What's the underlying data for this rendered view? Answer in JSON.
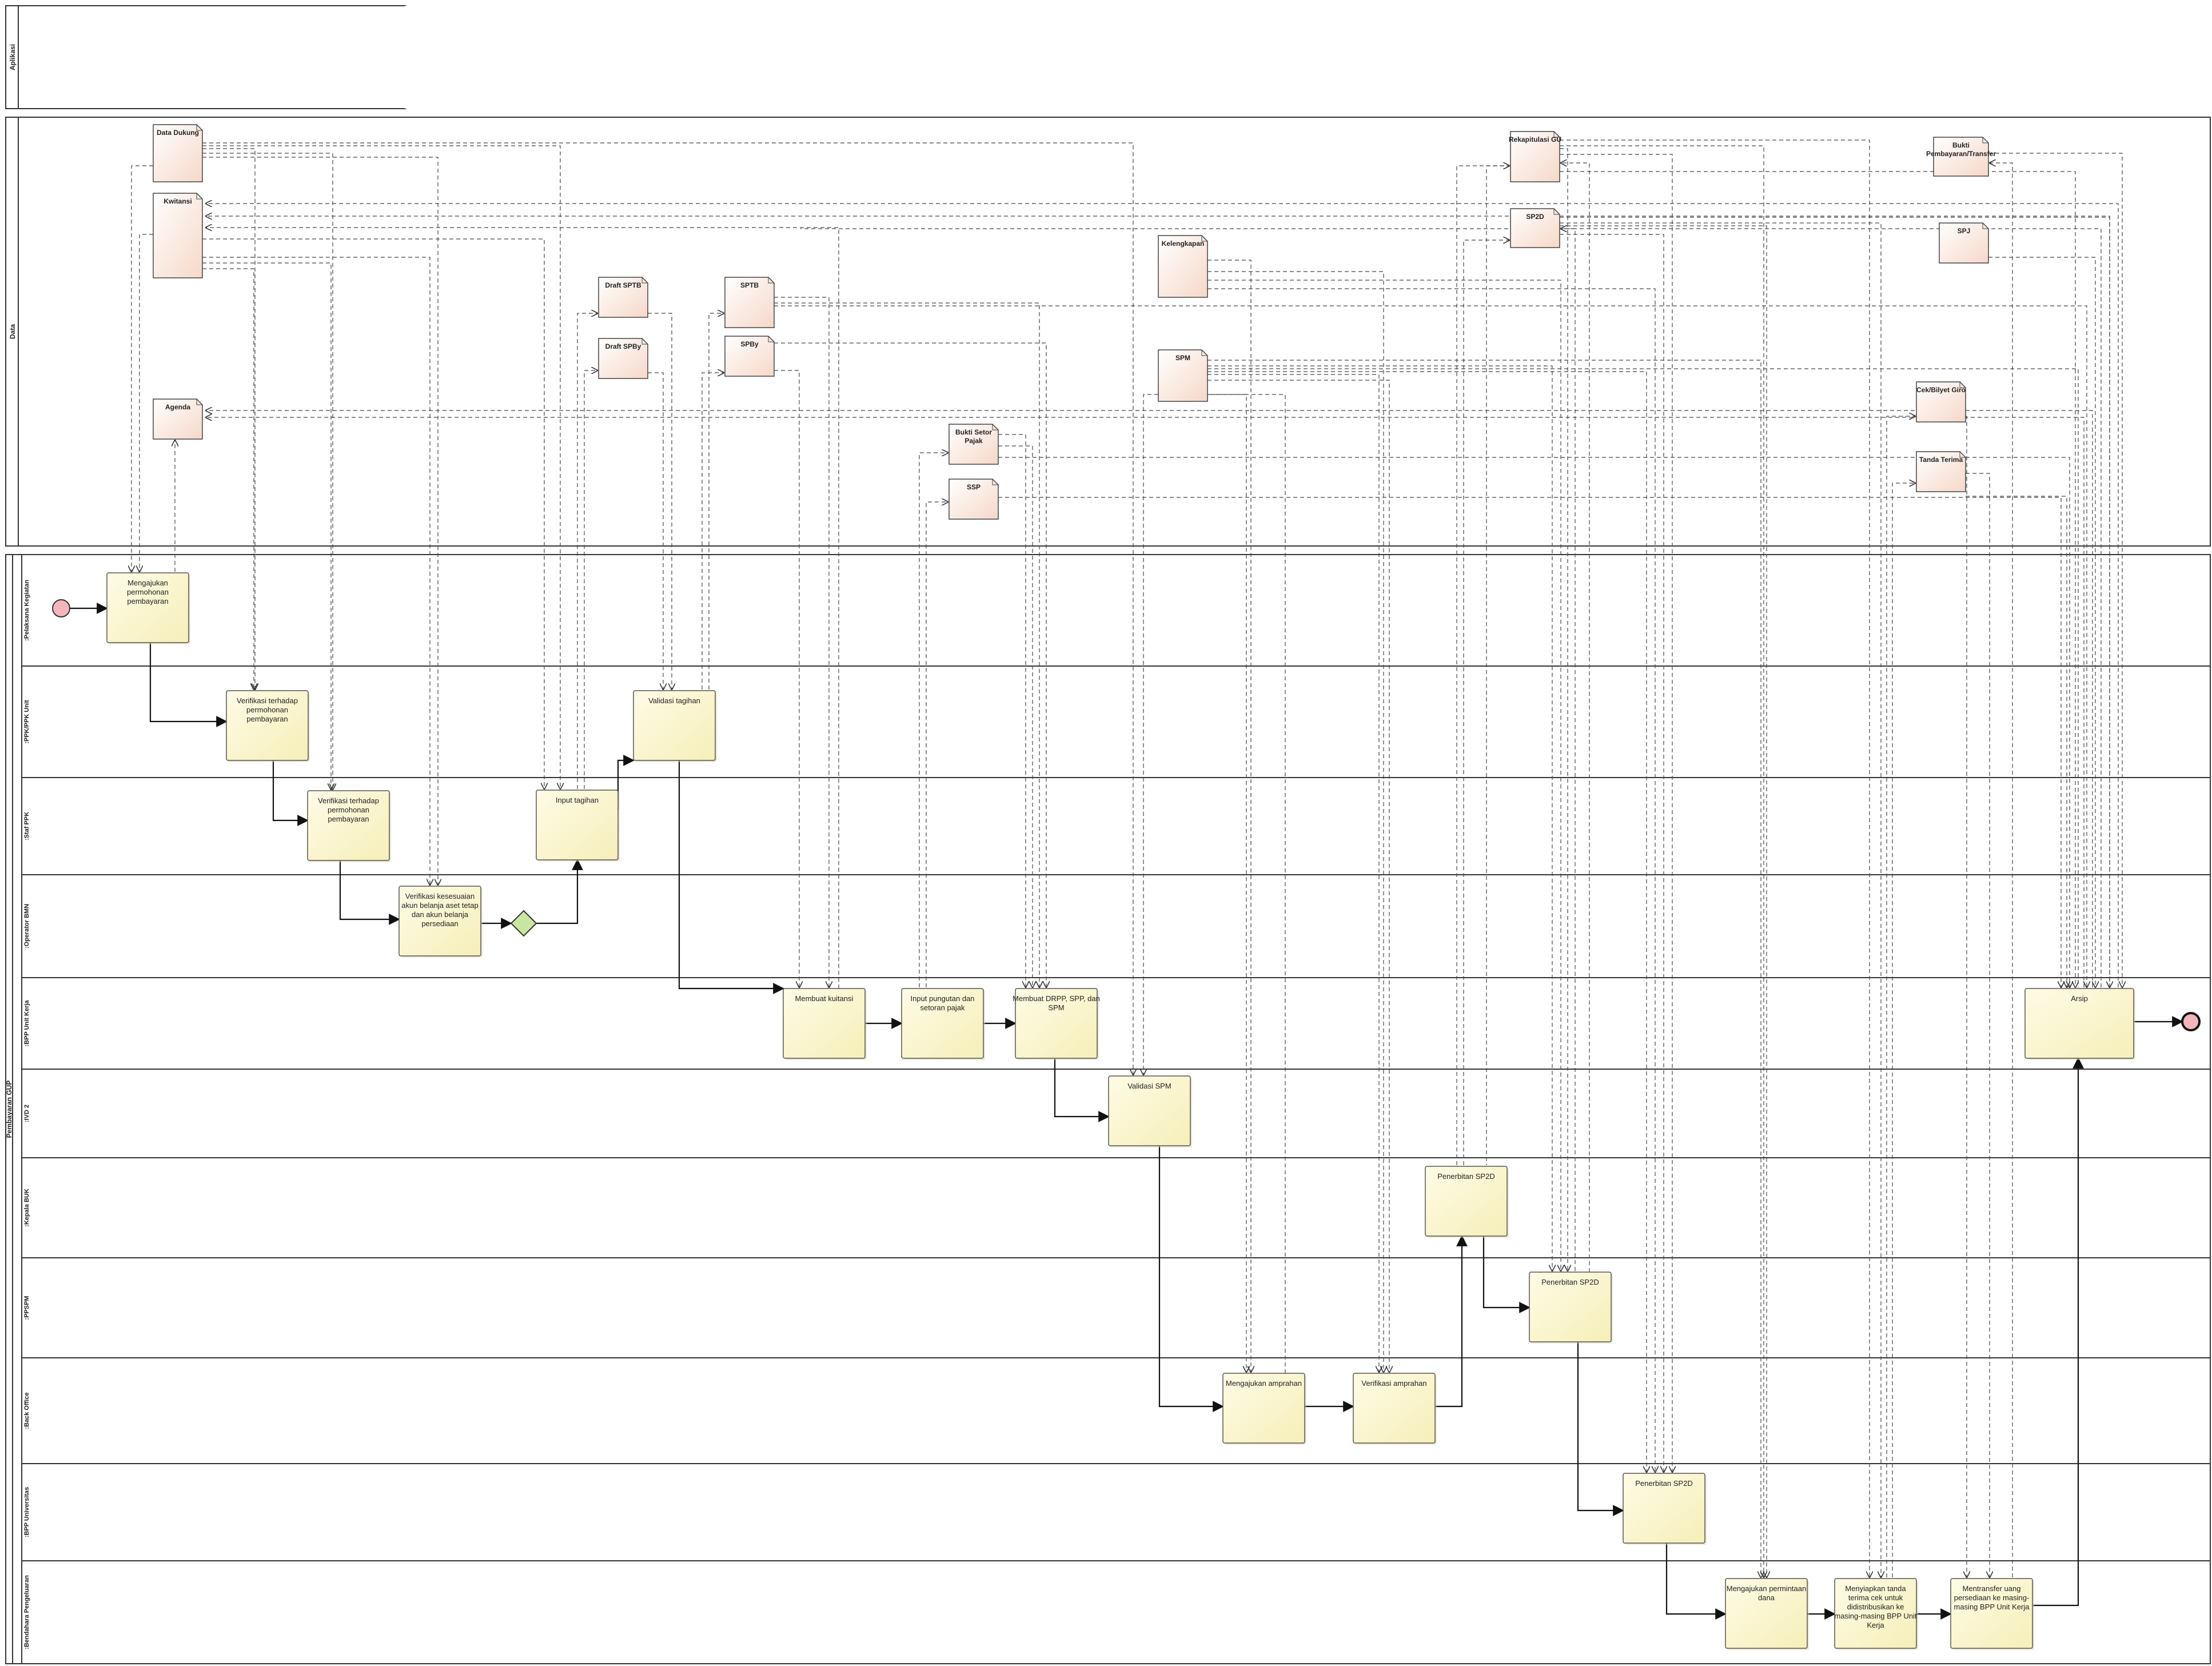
{
  "pools": {
    "aplikasi": "Aplikasi",
    "data": "Data",
    "process": "Pembayaran GUP"
  },
  "lanes": [
    {
      "id": "pelaksana",
      "label": ":Pelaksana Kegiatan"
    },
    {
      "id": "ppk",
      "label": ":PPK/PPK Unit"
    },
    {
      "id": "staf",
      "label": ":Staf PPK"
    },
    {
      "id": "operator",
      "label": ":Operator BMN"
    },
    {
      "id": "bpp",
      "label": ":BPP Unit Kerja"
    },
    {
      "id": "ivd",
      "label": ":IVD 2"
    },
    {
      "id": "kepala",
      "label": ":Kepala BUK"
    },
    {
      "id": "ppspm",
      "label": ":PPSPM"
    },
    {
      "id": "back",
      "label": ":Back Office"
    },
    {
      "id": "bppu",
      "label": ":BPP Universitas"
    },
    {
      "id": "bendahara",
      "label": ":Bendahara Pengeluaran"
    }
  ],
  "tasks": [
    {
      "id": "t1",
      "lines": [
        "Mengajukan",
        "permohonan",
        "pembayaran"
      ]
    },
    {
      "id": "t2",
      "lines": [
        "Verifikasi terhadap",
        "permohonan",
        "pembayaran"
      ]
    },
    {
      "id": "t3",
      "lines": [
        "Verifikasi terhadap",
        "permohonan",
        "pembayaran"
      ]
    },
    {
      "id": "t4",
      "lines": [
        "Verifikasi kesesuaian",
        "akun belanja aset tetap",
        "dan akun belanja",
        "persediaan"
      ]
    },
    {
      "id": "t5",
      "lines": [
        "Input tagihan"
      ]
    },
    {
      "id": "t6",
      "lines": [
        "Validasi tagihan"
      ]
    },
    {
      "id": "t7",
      "lines": [
        "Membuat kuitansi"
      ]
    },
    {
      "id": "t8",
      "lines": [
        "Input pungutan dan",
        "setoran pajak"
      ]
    },
    {
      "id": "t9",
      "lines": [
        "Membuat DRPP, SPP, dan",
        "SPM"
      ]
    },
    {
      "id": "t10",
      "lines": [
        "Validasi SPM"
      ]
    },
    {
      "id": "t11",
      "lines": [
        "Mengajukan amprahan"
      ]
    },
    {
      "id": "t12",
      "lines": [
        "Verifikasi amprahan"
      ]
    },
    {
      "id": "t13",
      "lines": [
        "Penerbitan SP2D"
      ]
    },
    {
      "id": "t14",
      "lines": [
        "Penerbitan SP2D"
      ]
    },
    {
      "id": "t15",
      "lines": [
        "Penerbitan SP2D"
      ]
    },
    {
      "id": "t16",
      "lines": [
        "Mengajukan permintaan",
        "dana"
      ]
    },
    {
      "id": "t17",
      "lines": [
        "Menyiapkan tanda",
        "terima cek untuk",
        "didistribusikan ke",
        "masing-masing BPP Unit",
        "Kerja"
      ]
    },
    {
      "id": "t18",
      "lines": [
        "Mentransfer uang",
        "persediaan ke masing-",
        "masing BPP Unit Kerja"
      ]
    },
    {
      "id": "t19",
      "lines": [
        "Arsip"
      ]
    }
  ],
  "data_objects": [
    {
      "id": "d_datadukung",
      "lines": [
        "Data Dukung"
      ]
    },
    {
      "id": "d_kwitansi",
      "lines": [
        "Kwitansi"
      ]
    },
    {
      "id": "d_agenda",
      "lines": [
        "Agenda"
      ]
    },
    {
      "id": "d_draftsptb",
      "lines": [
        "Draft SPTB"
      ]
    },
    {
      "id": "d_draftspby",
      "lines": [
        "Draft SPBy"
      ]
    },
    {
      "id": "d_sptb",
      "lines": [
        "SPTB"
      ]
    },
    {
      "id": "d_spby",
      "lines": [
        "SPBy"
      ]
    },
    {
      "id": "d_buktisetor",
      "lines": [
        "Bukti Setor",
        "Pajak"
      ]
    },
    {
      "id": "d_ssp",
      "lines": [
        "SSP"
      ]
    },
    {
      "id": "d_kelengkapan",
      "lines": [
        "Kelengkapan"
      ]
    },
    {
      "id": "d_spm",
      "lines": [
        "SPM"
      ]
    },
    {
      "id": "d_rekap",
      "lines": [
        "Rekapitulasi GU"
      ]
    },
    {
      "id": "d_sp2d",
      "lines": [
        "SP2D"
      ]
    },
    {
      "id": "d_buktibayar",
      "lines": [
        "Bukti",
        "Pembayaran/Transfer"
      ]
    },
    {
      "id": "d_spj",
      "lines": [
        "SPJ"
      ]
    },
    {
      "id": "d_cek",
      "lines": [
        "Cek/Bilyet Giro"
      ]
    },
    {
      "id": "d_tanda",
      "lines": [
        "Tanda Terima"
      ]
    }
  ],
  "colors": {
    "task_fill": "#fbf7d0",
    "task_stroke": "#555555",
    "data_fill": "#fbe9df",
    "start_fill": "#f4b6bc",
    "gateway_fill": "#c9e6a0",
    "line": "#222222"
  }
}
